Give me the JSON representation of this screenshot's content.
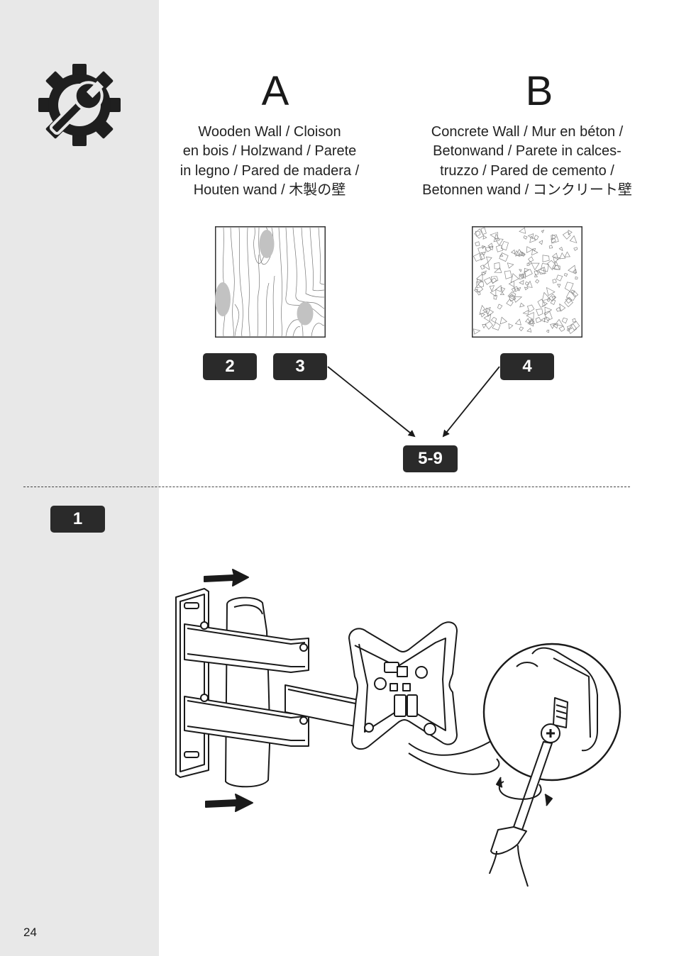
{
  "option_a": {
    "letter": "A",
    "lines": [
      "Wooden Wall / Cloison",
      "en bois / Holzwand / Parete",
      "in legno / Pared de madera /",
      "Houten wand / 木製の壁"
    ],
    "steps": [
      "2",
      "3"
    ]
  },
  "option_b": {
    "letter": "B",
    "lines": [
      "Concrete Wall / Mur en béton /",
      "Betonwand / Parete in calces-",
      "truzzo / Pared de cemento /",
      "Betonnen wand / コンクリート壁"
    ],
    "steps": [
      "4"
    ]
  },
  "next_steps": "5-9",
  "step_label": "1",
  "page_number": "24",
  "icons": [
    "gear-wrench-icon",
    "wood-texture",
    "concrete-texture",
    "wall-mount-bracket",
    "screwdriver-icon"
  ]
}
